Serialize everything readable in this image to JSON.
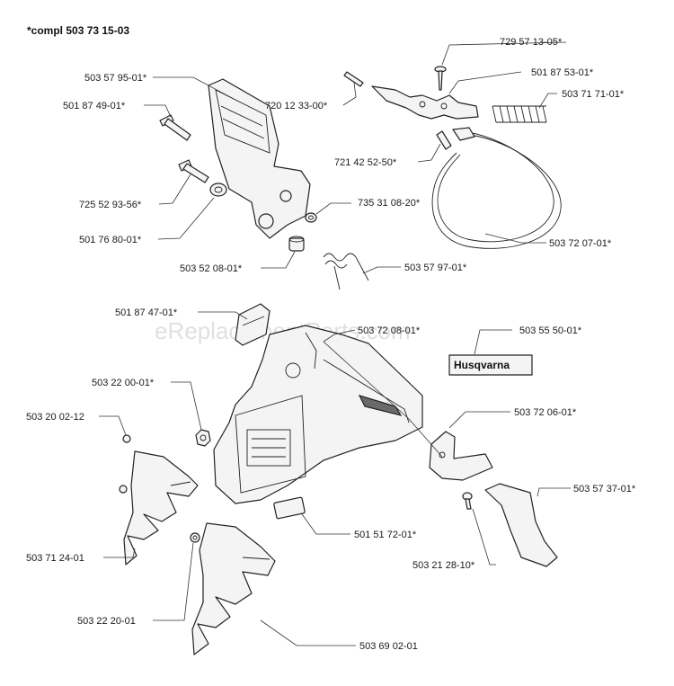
{
  "title": "*compl 503 73 15-03",
  "watermark": "eReplacementParts.com",
  "brand_decal": "Husqvarna",
  "labels": {
    "p729_57_13_05": "729 57 13-05*",
    "p501_87_53_01": "501 87 53-01*",
    "p503_71_71_01": "503 71 71-01*",
    "p503_57_95_01": "503 57 95-01*",
    "p501_87_49_01": "501 87 49-01*",
    "p720_12_33_00": "720 12 33-00*",
    "p721_42_52_50": "721 42 52-50*",
    "p725_52_93_56": "725 52 93-56*",
    "p735_31_08_20": "735 31 08-20*",
    "p501_76_80_01": "501 76 80-01*",
    "p503_72_07_01": "503 72 07-01*",
    "p503_52_08_01": "503 52 08-01*",
    "p503_57_97_01": "503 57 97-01*",
    "p501_87_47_01": "501 87 47-01*",
    "p503_72_08_01": "503 72 08-01*",
    "p503_55_50_01": "503 55 50-01*",
    "p503_22_00_01": "503 22 00-01*",
    "p503_20_02_12": "503 20 02-12",
    "p503_72_06_01": "503 72 06-01*",
    "p503_57_37_01": "503 57 37-01*",
    "p501_51_72_01": "501 51 72-01*",
    "p503_71_24_01": "503 71 24-01",
    "p503_21_28_10": "503 21 28-10*",
    "p503_22_20_01": "503 22 20-01",
    "p503_69_02_01": "503 69 02-01"
  }
}
